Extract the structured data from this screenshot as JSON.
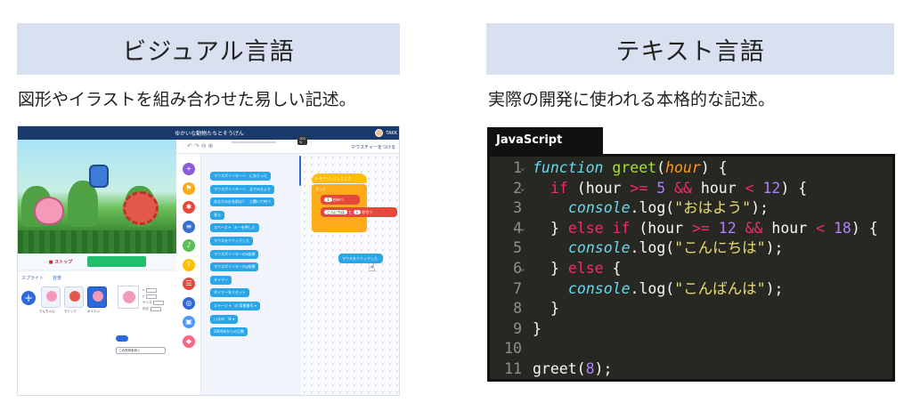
{
  "left_panel": {
    "title": "ビジュアル言語",
    "caption": "図形やイラストを組み合わせた易しい記述。"
  },
  "right_panel": {
    "title": "テキスト言語",
    "caption": "実際の開発に使われる本格的な記述。"
  },
  "scratch": {
    "project_title": "ゆかいな動物たちとそうげん",
    "user_label": "TAKK",
    "stop_label": "ストップ",
    "project_button": "マウスチャーをつける",
    "zoom_badge": "100 %",
    "sprite_tabs": "スプライト　　背景",
    "sprite_names": [
      "りんちゃん",
      "モドック",
      "ポイエン"
    ],
    "prop_labels": [
      "x",
      "y",
      "サイズ",
      "向き"
    ],
    "direction_label": "この方向を向く",
    "categories": [
      {
        "icon": "+",
        "color": "#8a5cd8"
      },
      {
        "icon": "⚑",
        "color": "#ffab19"
      },
      {
        "icon": "✱",
        "color": "#e6483c"
      },
      {
        "icon": "≡",
        "color": "#3a6fd0"
      },
      {
        "icon": "♪",
        "color": "#59c059"
      },
      {
        "icon": "?",
        "color": "#ffbf00"
      },
      {
        "icon": "☰",
        "color": "#e6483c"
      },
      {
        "icon": "◎",
        "color": "#2e69d9"
      },
      {
        "icon": "▣",
        "color": "#4c97ff"
      },
      {
        "icon": "◆",
        "color": "#ff6680"
      }
    ],
    "palette_blocks": [
      "マウスポインターへ　にあたった",
      "マウスポインターへ　までのきょり",
      "あなたのお名前は？　と聞いて待つ",
      "答え",
      "スペース ▾　キーを押した",
      "マウスをクリックした",
      "マウスポインターのx座標",
      "マウスポインターのy座標",
      "タイマー",
      "タイマーをリセット",
      "ステージ ▾　の 背景番号 ▾",
      "いまの　年 ▾",
      "2000年からの日数"
    ],
    "script_blocks": {
      "hat": "をクリックしたとき",
      "loop": "ずっと",
      "wait": "秒待つ",
      "wait_value": "1",
      "say_text": "こんにちは",
      "say_mid": "と",
      "say_value": "1",
      "say_end": "秒言う",
      "floating": "マウスをクリックした"
    }
  },
  "editor": {
    "tab_label": "JavaScript",
    "lines": [
      {
        "n": "1",
        "fold": true
      },
      {
        "n": "2",
        "fold": true
      },
      {
        "n": "3",
        "fold": false
      },
      {
        "n": "4",
        "fold": true
      },
      {
        "n": "5",
        "fold": false
      },
      {
        "n": "6",
        "fold": true
      },
      {
        "n": "7",
        "fold": false
      },
      {
        "n": "8",
        "fold": false
      },
      {
        "n": "9",
        "fold": false
      },
      {
        "n": "10",
        "fold": false
      },
      {
        "n": "11",
        "fold": false
      }
    ],
    "tokens": {
      "l1": [
        "function",
        " ",
        "greet",
        "(",
        "hour",
        ") {"
      ],
      "l2": [
        "if",
        " (hour ",
        ">=",
        " ",
        "5",
        " ",
        "&&",
        " hour ",
        "<",
        " ",
        "12",
        ") {"
      ],
      "l3": [
        "console",
        ".log(",
        "\"おはよう\"",
        ");"
      ],
      "l4": [
        "} ",
        "else",
        " ",
        "if",
        " (hour ",
        ">=",
        " ",
        "12",
        " ",
        "&&",
        " hour ",
        "<",
        " ",
        "18",
        ") {"
      ],
      "l5": [
        "console",
        ".log(",
        "\"こんにちは\"",
        ");"
      ],
      "l6": [
        "} ",
        "else",
        " {"
      ],
      "l7": [
        "console",
        ".log(",
        "\"こんばんは\"",
        ");"
      ],
      "l8": [
        "}"
      ],
      "l9": [
        "}"
      ],
      "l10": [
        ""
      ],
      "l11": [
        "greet(",
        "8",
        ");"
      ]
    }
  }
}
